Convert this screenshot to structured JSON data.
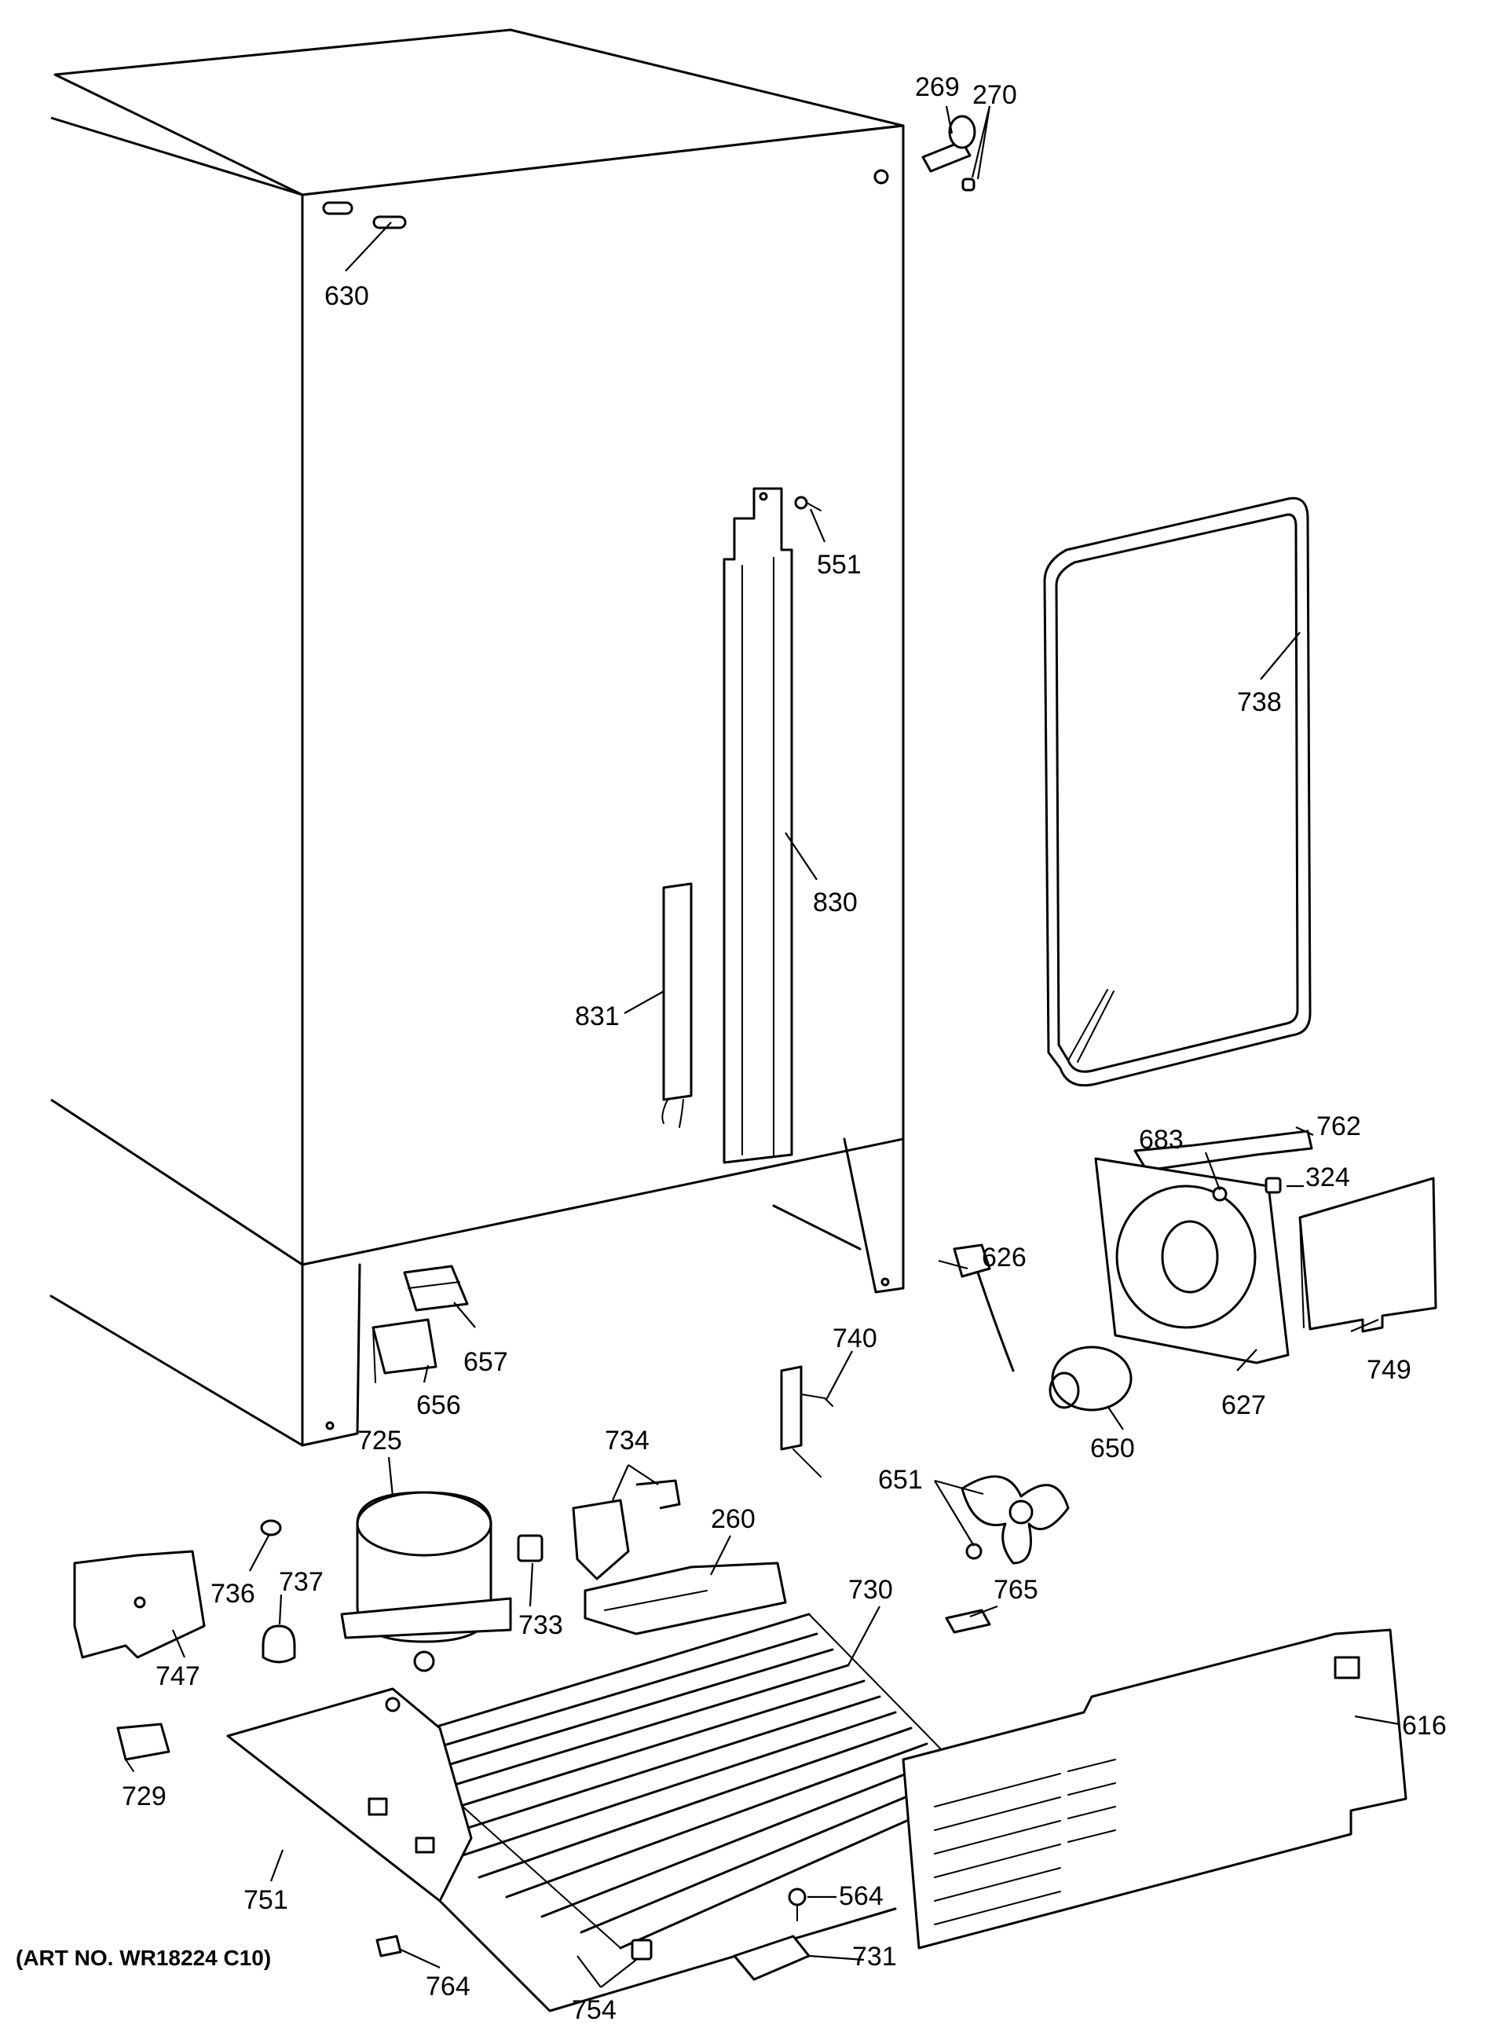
{
  "art_number": "(ART NO. WR18224 C10)",
  "callouts": [
    {
      "id": "c269",
      "label": "269"
    },
    {
      "id": "c270",
      "label": "270"
    },
    {
      "id": "c630",
      "label": "630"
    },
    {
      "id": "c551",
      "label": "551"
    },
    {
      "id": "c738",
      "label": "738"
    },
    {
      "id": "c830",
      "label": "830"
    },
    {
      "id": "c831",
      "label": "831"
    },
    {
      "id": "c762",
      "label": "762"
    },
    {
      "id": "c683",
      "label": "683"
    },
    {
      "id": "c324",
      "label": "324"
    },
    {
      "id": "c626",
      "label": "626"
    },
    {
      "id": "c657",
      "label": "657"
    },
    {
      "id": "c656",
      "label": "656"
    },
    {
      "id": "c740",
      "label": "740"
    },
    {
      "id": "c749",
      "label": "749"
    },
    {
      "id": "c627",
      "label": "627"
    },
    {
      "id": "c725",
      "label": "725"
    },
    {
      "id": "c734",
      "label": "734"
    },
    {
      "id": "c650",
      "label": "650"
    },
    {
      "id": "c651",
      "label": "651"
    },
    {
      "id": "c260",
      "label": "260"
    },
    {
      "id": "c730",
      "label": "730"
    },
    {
      "id": "c765",
      "label": "765"
    },
    {
      "id": "c736",
      "label": "736"
    },
    {
      "id": "c737",
      "label": "737"
    },
    {
      "id": "c733",
      "label": "733"
    },
    {
      "id": "c747",
      "label": "747"
    },
    {
      "id": "c616",
      "label": "616"
    },
    {
      "id": "c729",
      "label": "729"
    },
    {
      "id": "c751",
      "label": "751"
    },
    {
      "id": "c564",
      "label": "564"
    },
    {
      "id": "c731",
      "label": "731"
    },
    {
      "id": "c764",
      "label": "764"
    },
    {
      "id": "c754",
      "label": "754"
    }
  ]
}
